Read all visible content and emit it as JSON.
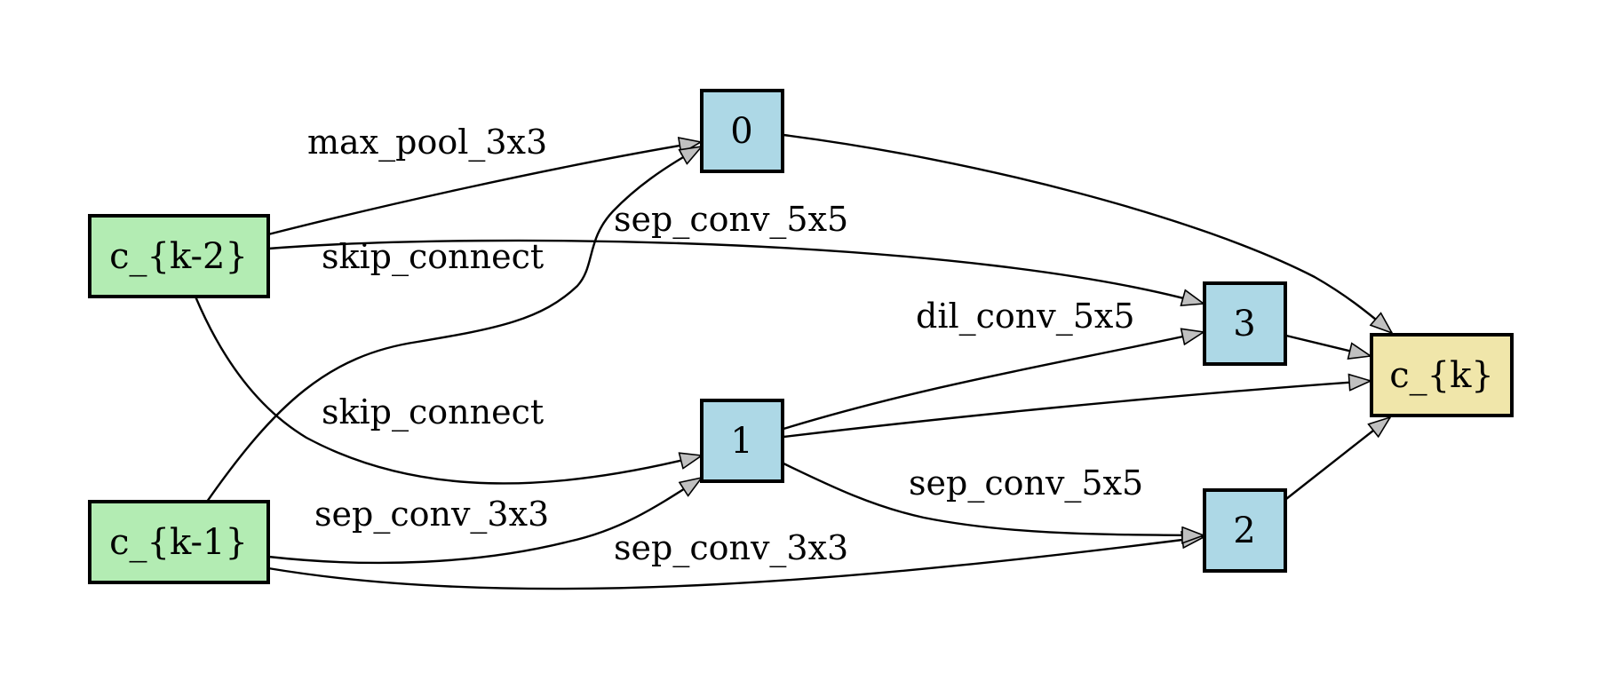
{
  "colors": {
    "input_fill": "#b3ecb3",
    "intermediate_fill": "#add8e6",
    "output_fill": "#f0e6aa",
    "arrowhead_fill": "#c0c0c0",
    "stroke": "#000000"
  },
  "nodes": {
    "ck2": "c_{k-2}",
    "ck1": "c_{k-1}",
    "n0": "0",
    "n1": "1",
    "n2": "2",
    "n3": "3",
    "ck": "c_{k}"
  },
  "edges": {
    "ck2_n0": "max_pool_3x3",
    "ck1_n0": "skip_connect",
    "ck2_n1": "skip_connect",
    "ck1_n1": "sep_conv_3x3",
    "ck2_n3": "sep_conv_5x5",
    "n1_n3": "dil_conv_5x5",
    "n1_n2": "sep_conv_5x5",
    "ck1_n2": "sep_conv_3x3"
  }
}
